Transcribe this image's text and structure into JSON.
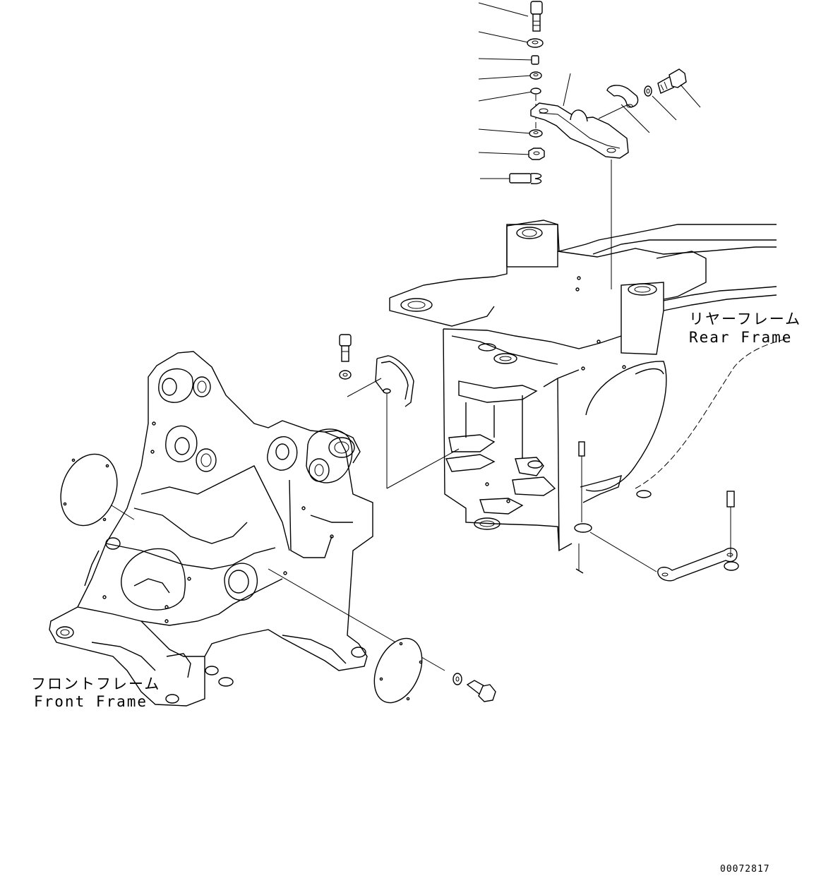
{
  "labels": {
    "rear_frame_jp": "リヤーフレーム",
    "rear_frame_en": "Rear Frame",
    "front_frame_jp": "フロントフレーム",
    "front_frame_en": "Front Frame",
    "drawing_number": "00072817"
  },
  "colors": {
    "line": "#000000",
    "background": "#ffffff"
  }
}
